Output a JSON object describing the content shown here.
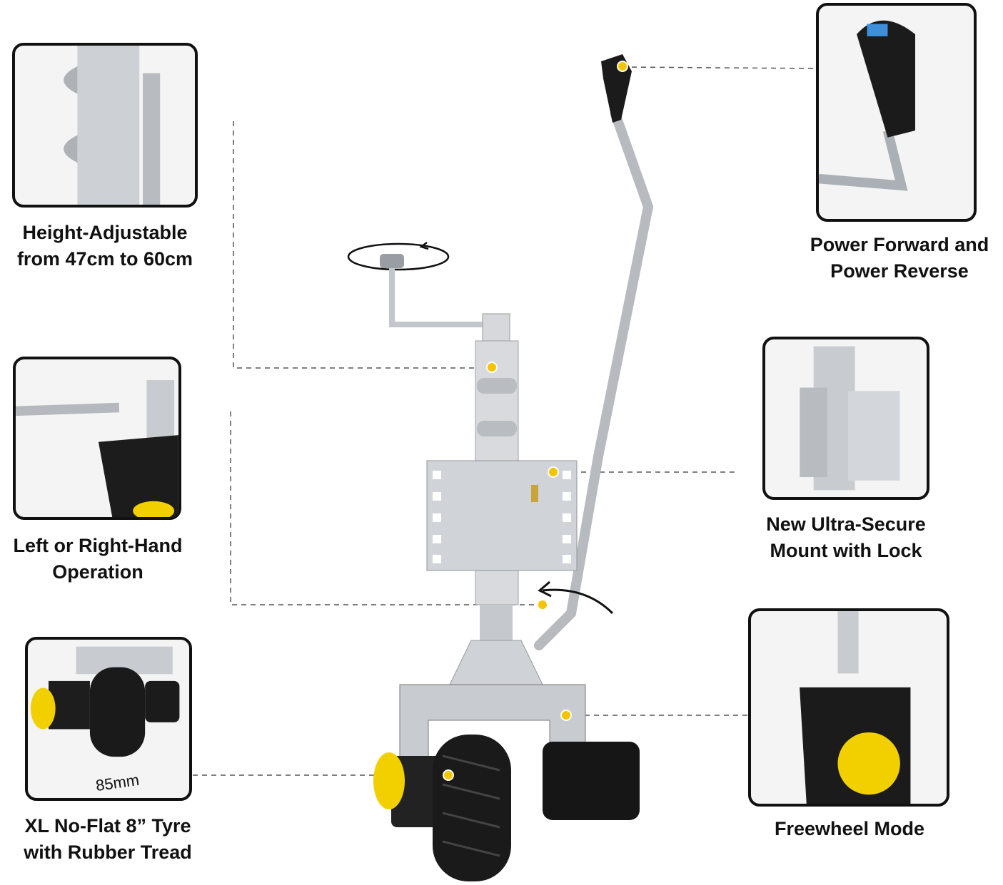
{
  "features": [
    {
      "id": "height",
      "line1": "Height-Adjustable",
      "line2": "from 47cm to 60cm"
    },
    {
      "id": "hand",
      "line1": "Left or Right-Hand",
      "line2": "Operation"
    },
    {
      "id": "tyre",
      "line1": "XL No-Flat 8” Tyre",
      "line2": "with Rubber Tread",
      "measure": "85mm"
    },
    {
      "id": "power",
      "line1": "Power Forward and",
      "line2": "Power Reverse"
    },
    {
      "id": "mount",
      "line1": "New Ultra-Secure",
      "line2": "Mount with Lock"
    },
    {
      "id": "freewheel",
      "line1": "Freewheel Mode",
      "line2": ""
    }
  ],
  "colors": {
    "marker": "#f5c400",
    "border": "#111111",
    "metal": "#c9ccd1",
    "tyre": "#1a1a1a",
    "cap": "#f2d000"
  },
  "icons": [
    "rotate-arrow-icon",
    "curved-arrow-icon"
  ]
}
